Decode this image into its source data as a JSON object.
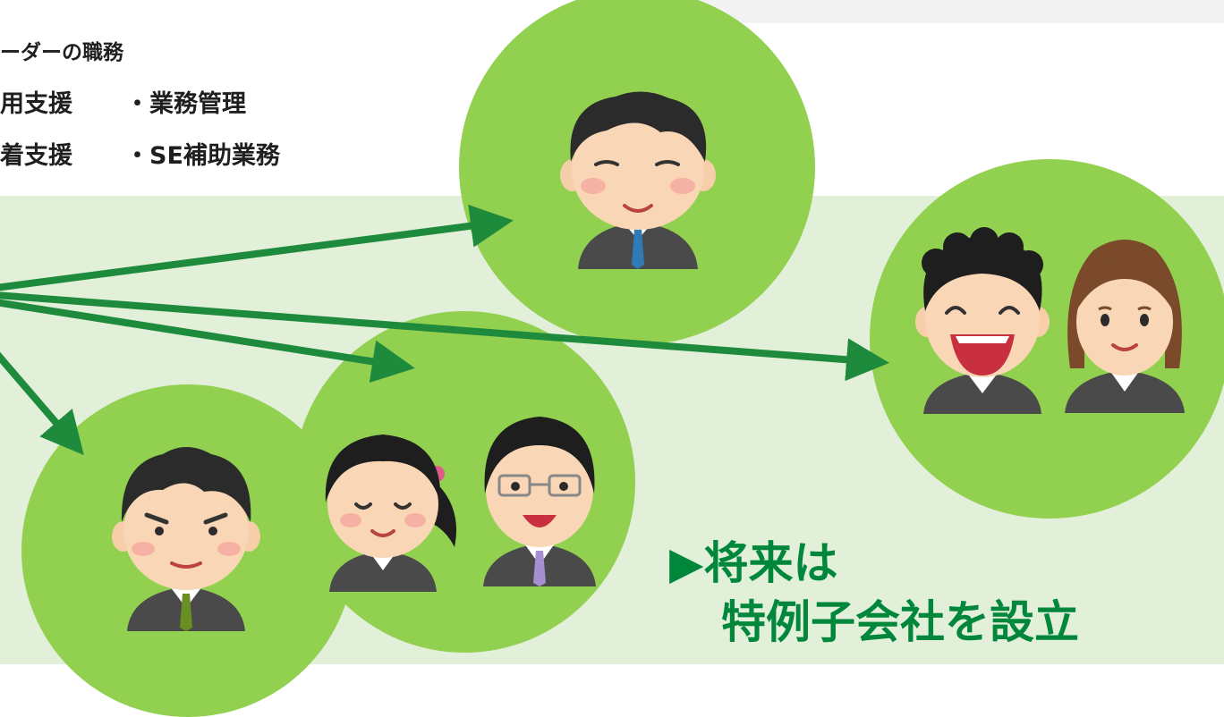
{
  "duties": {
    "heading": "ーダーの職務",
    "items": [
      "用支援",
      "・業務管理",
      "着支援",
      "・SE補助業務"
    ]
  },
  "future": {
    "line1": "▶将来は",
    "line2": "特例子会社を設立"
  },
  "colors": {
    "circle": "#92d050",
    "band": "#e2efd9",
    "arrow": "#1e8a3c",
    "future_text": "#00873c"
  }
}
